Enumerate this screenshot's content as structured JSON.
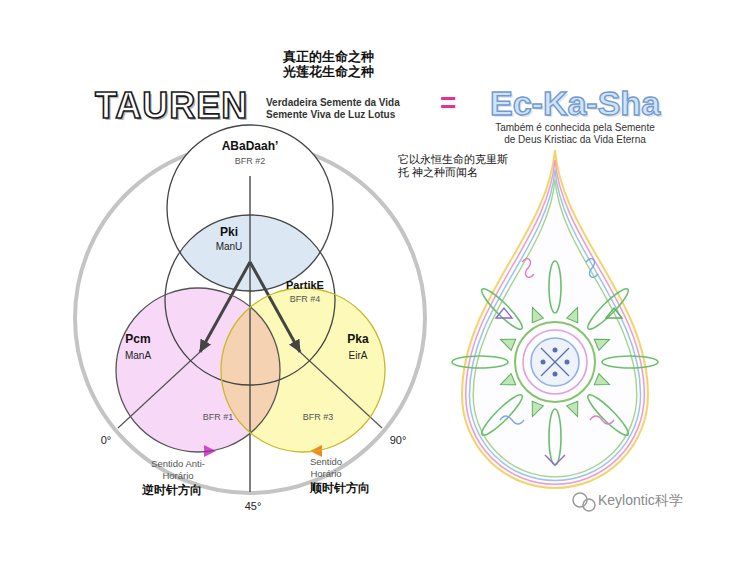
{
  "diagram": {
    "nodes": [
      {
        "text": [
          "ABaDaah’",
          "BFR #2"
        ]
      },
      {
        "text": [
          "Pki",
          "ManU",
          "PartikE",
          "BFR #4"
        ]
      },
      {
        "text": [
          "Pcm",
          "ManA",
          "BFR #1"
        ]
      },
      {
        "text": [
          "Pka",
          "EirA",
          "BFR #3"
        ]
      }
    ],
    "labels": [
      "真正的生命之种 光莲花生命之种",
      "TAUREN",
      "Verdadeira Semente da Vida Semente Viva de Luz Lotus",
      "=",
      "Ec-Ka-Sha",
      "Também é conhecida pela Semente de Deus Kristiac da Vida Eterna",
      "它以永恒生命的克里斯托 神之种而闻名",
      "0°",
      "Sentido Anti-Horário",
      "逆时针方向",
      "45°",
      "Sentido Horário",
      "顺时针方向",
      "90°",
      "Keylontic科学"
    ]
  }
}
